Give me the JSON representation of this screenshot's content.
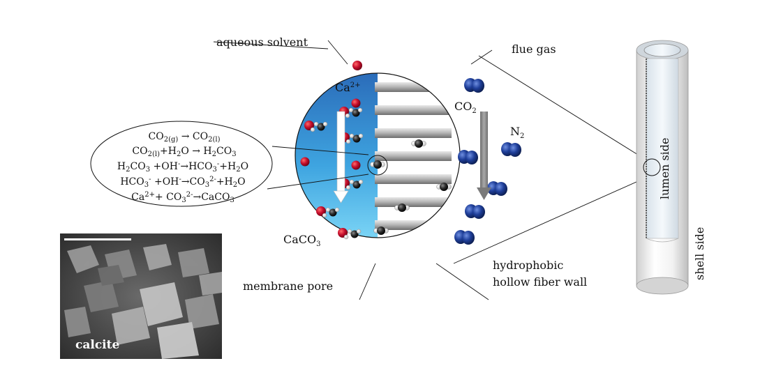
{
  "labels": {
    "aqueous_solvent": "aqueous solvent",
    "flue_gas": "flue gas",
    "ca_ion": "Ca",
    "ca_charge": "2+",
    "co2_base": "CO",
    "co2_sub": "2",
    "n2_base": "N",
    "n2_sub": "2",
    "caco3_base": "CaCO",
    "caco3_sub": "3",
    "membrane_pore": "membrane pore",
    "hydrophobic_line1": "hydrophobic",
    "hydrophobic_line2": "hollow fiber wall",
    "lumen_side": "lumen side",
    "shell_side": "shell side",
    "calcite": "calcite"
  },
  "colors": {
    "solvent_dark": "#2a72c0",
    "solvent_light": "#5bc8f0",
    "ca_red": "#c8102e",
    "n2_blue": "#1f3f9a",
    "co2_dark": "#2b2b2b",
    "pore_gray": "#9a9a9a"
  },
  "icons": [
    "calcium-ion-icon",
    "co2-molecule-icon",
    "n2-molecule-icon",
    "water-molecule-icon",
    "hollow-fiber-tube-icon",
    "sem-micrograph"
  ]
}
